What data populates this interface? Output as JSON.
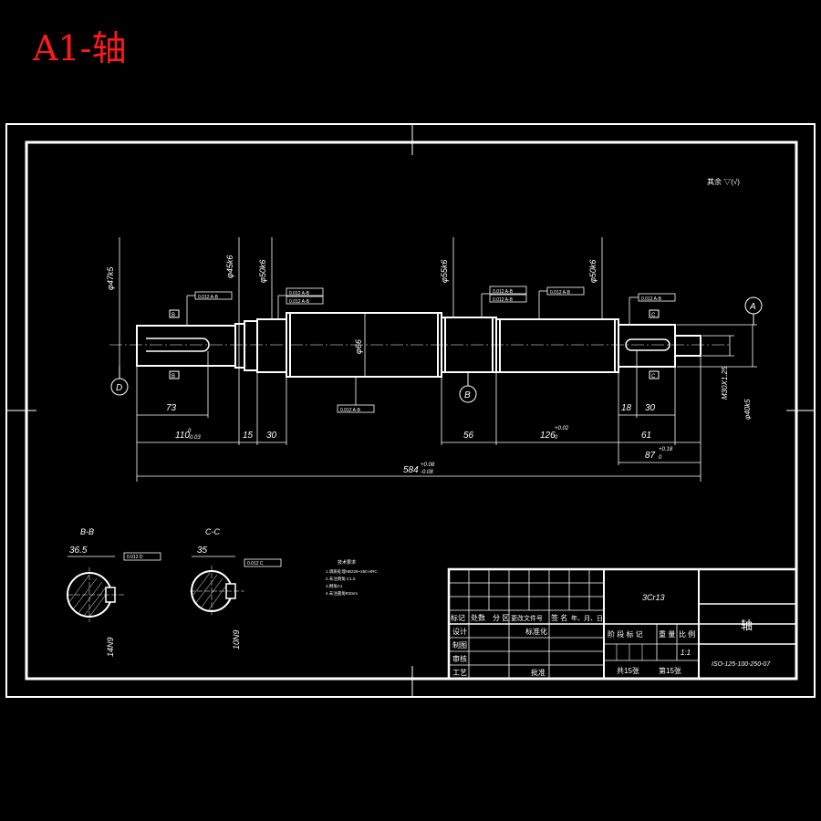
{
  "title": "A1-轴",
  "roughness_note": "其余 ",
  "datums": {
    "A": "A",
    "B": "B",
    "C": "C",
    "D": "D"
  },
  "section_labels": {
    "bb": "B-B",
    "cc": "C-C"
  },
  "dims": {
    "d1": "73",
    "d2": "110",
    "d2_tol": "-0.03",
    "d2_tol_up": "0",
    "d3": "15",
    "d4": "30",
    "d5": "56",
    "d6": "126",
    "d6_tol_up": "+0.02",
    "d6_tol_dn": "0",
    "d7": "18",
    "d8": "30",
    "d9": "61",
    "d10": "87",
    "d10_tol_up": "+0.18",
    "d10_tol_dn": "0",
    "total": "584",
    "total_tol_up": "+0.08",
    "total_tol_dn": "-0.08",
    "dia66": "φ66",
    "v1": "φ47k5",
    "v2": "φ45k6",
    "v3": "φ50k6",
    "v4": "φ55k6",
    "v5": "φ50k6",
    "v6": "M30X1.25",
    "v7": "φ40k5",
    "bb_width": "36.5",
    "bb_depth": "14N9",
    "cc_width": "35",
    "cc_depth": "10N9"
  },
  "gdt": {
    "g1": "0.012 A-B",
    "g2": "0.012 A-B",
    "g3": "0.012 A-B",
    "g4": "0.012 A-B",
    "g5": "0.012 A-B",
    "g6": "0.012 A-B",
    "g7": "0.012 A-B",
    "g8": "0.012 D",
    "g9": "0.012 C"
  },
  "notes": {
    "title": "技术要求",
    "lines": [
      "1.调质处理HB229~250 HRC",
      "2.未注倒角 C1.5",
      "3.倒角C1",
      "4.未注圆角R3mm"
    ]
  },
  "title_block": {
    "material": "3Cr13",
    "part_name": "轴",
    "header_row": [
      "标记",
      "处数",
      "分  区",
      "更改文件号",
      "签 名",
      "年、月、日"
    ],
    "rows": [
      "设计",
      "制图",
      "审核",
      "工艺"
    ],
    "standardize": "标准化",
    "approve": "批准",
    "stage_headers": [
      "阶 段 标 记",
      "重 量",
      "比 例"
    ],
    "scale": "1:1",
    "sheets": "共15张",
    "sheet_no": "第15张",
    "drawing_no": "ISO-125-100-250-07"
  }
}
